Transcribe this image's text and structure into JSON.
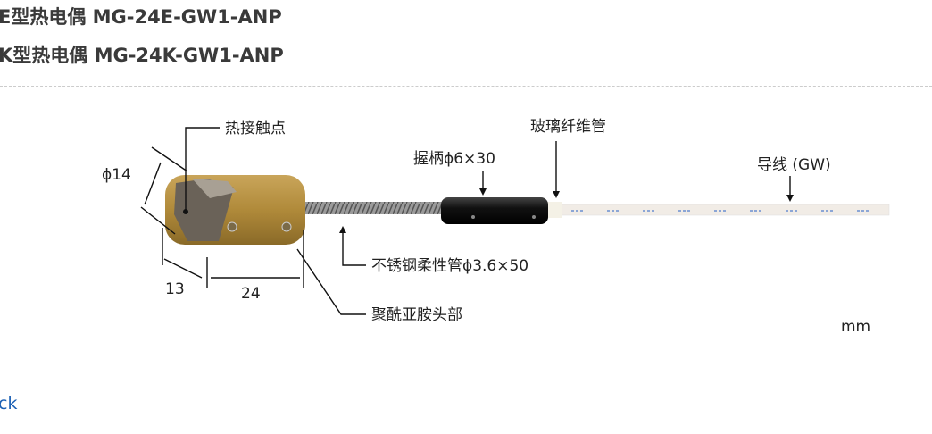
{
  "titles": [
    "E型热电偶 MG-24E-GW1-ANP",
    "K型热电偶 MG-24K-GW1-ANP"
  ],
  "diagram": {
    "labels": {
      "junction": "热接触点",
      "diameter": "ϕ14",
      "dim13": "13",
      "dim24": "24",
      "head": "聚酰亚胺头部",
      "flex_tube": "不锈钢柔性管ϕ3.6×50",
      "handle": "握柄ϕ6×30",
      "glass_tube": "玻璃纤维管",
      "lead": "导线 (GW)",
      "unit": "mm"
    },
    "colors": {
      "head": "#b08a3a",
      "handle": "#111111",
      "lead_stripe": "#6a8fd0"
    }
  },
  "back_link": "ck"
}
